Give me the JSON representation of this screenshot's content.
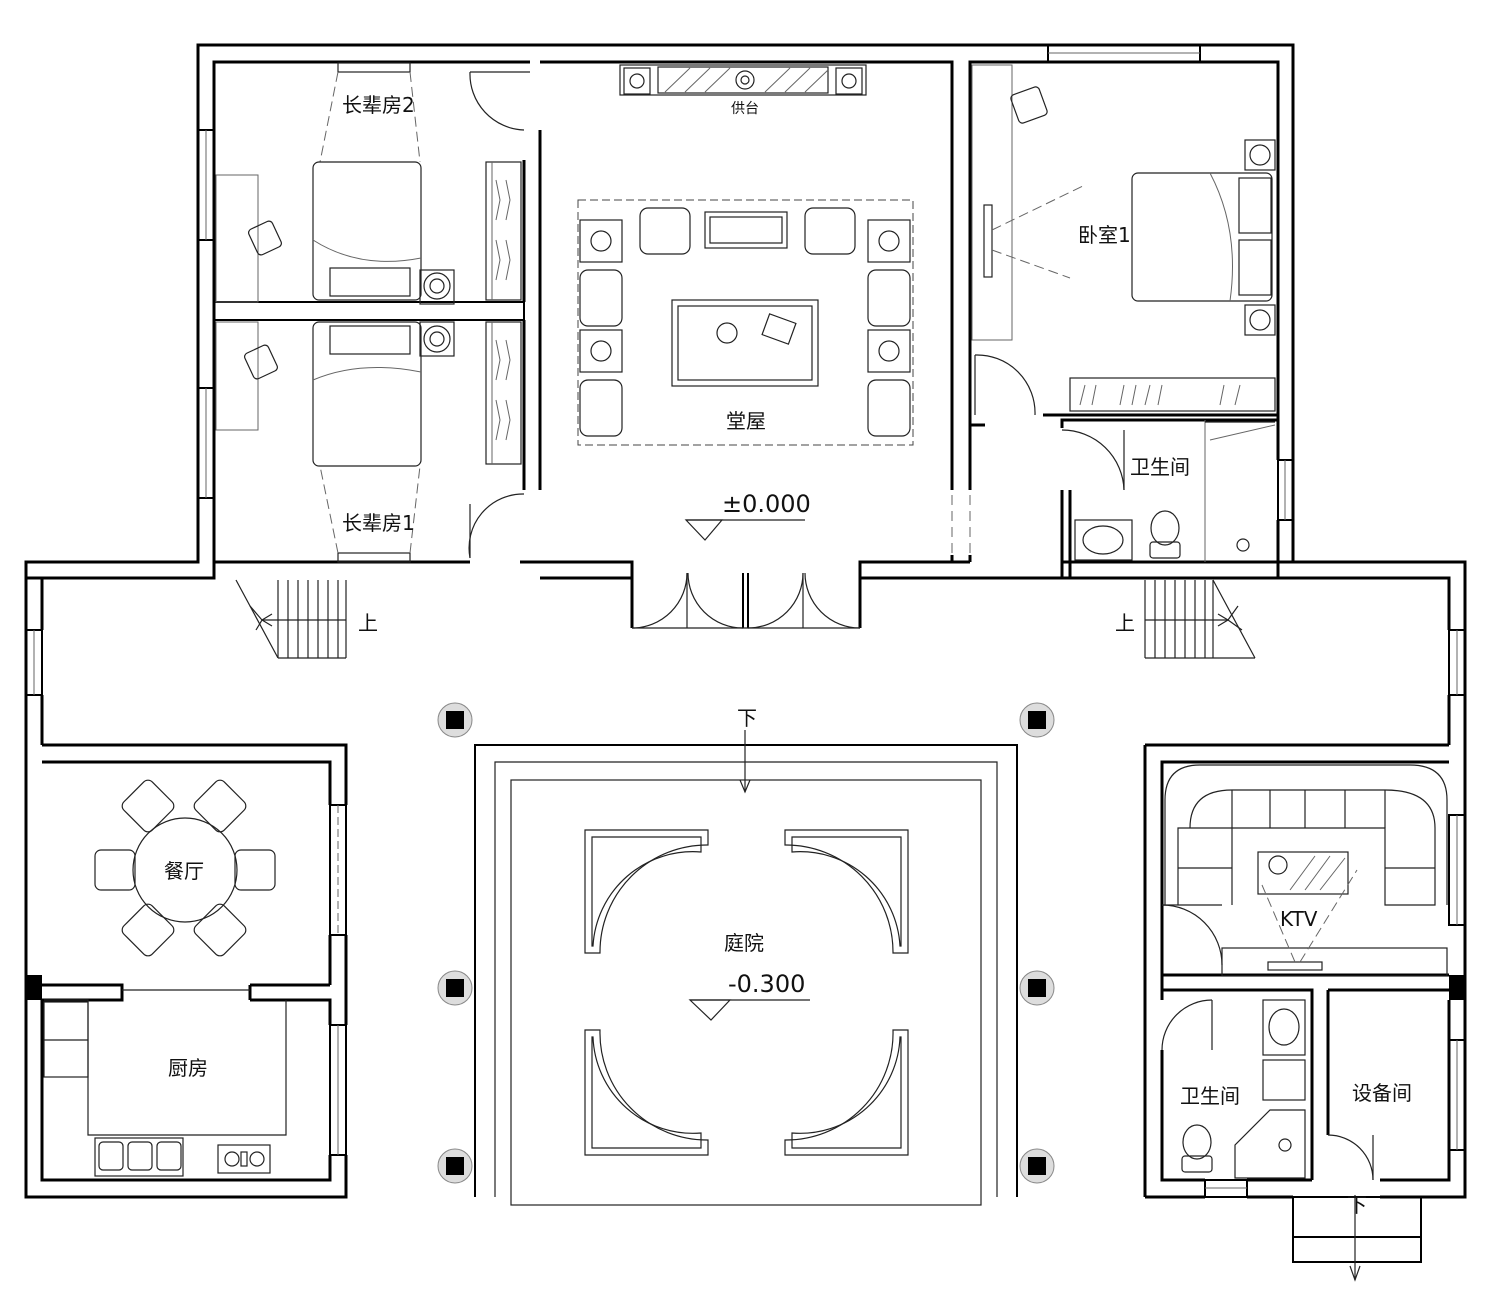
{
  "rooms": {
    "elder_room_2": "长辈房2",
    "elder_room_1": "长辈房1",
    "altar": "供台",
    "main_hall": "堂屋",
    "bedroom_1": "卧室1",
    "bathroom_1": "卫生间",
    "dining_room": "餐厅",
    "kitchen": "厨房",
    "courtyard": "庭院",
    "ktv": "KTV",
    "bathroom_2": "卫生间",
    "equipment_room": "设备间"
  },
  "levels": {
    "hall": "±0.000",
    "courtyard": "-0.300"
  },
  "stair_marks": {
    "up_left": "上",
    "up_right": "上",
    "down_courtyard": "下",
    "down_exit": "下"
  }
}
